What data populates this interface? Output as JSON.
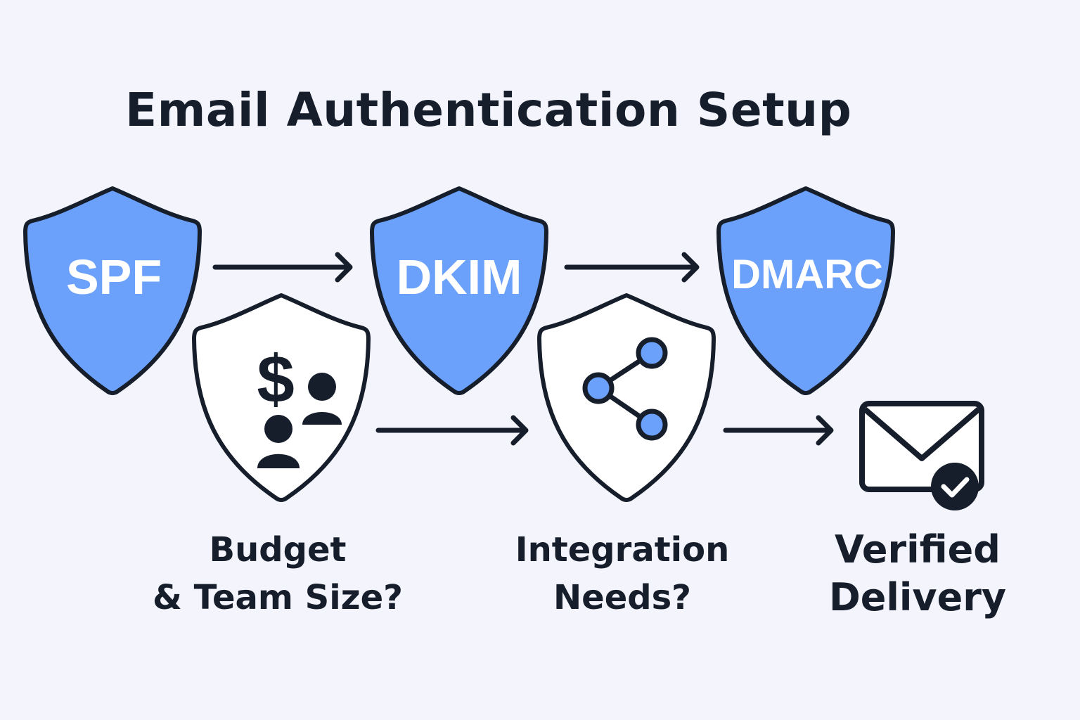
{
  "title": "Email Authentication Setup",
  "shields": {
    "spf": "SPF",
    "dkim": "DKIM",
    "dmarc": "DMARC",
    "budget_dollar": "$"
  },
  "labels": {
    "budget_line1": "Budget",
    "budget_line2": "& Team Size?",
    "integration_line1": "Integration",
    "integration_line2": "Needs?",
    "verified_line1": "Verified",
    "verified_line2": "Delivery"
  },
  "icons": {
    "budget": "dollar-team-icon",
    "integration": "share-nodes-icon",
    "delivery": "envelope-check-icon"
  },
  "colors": {
    "shield_blue": "#6ba1fa",
    "outline": "#161d2b",
    "background": "#f4f5fc",
    "white": "#ffffff"
  }
}
